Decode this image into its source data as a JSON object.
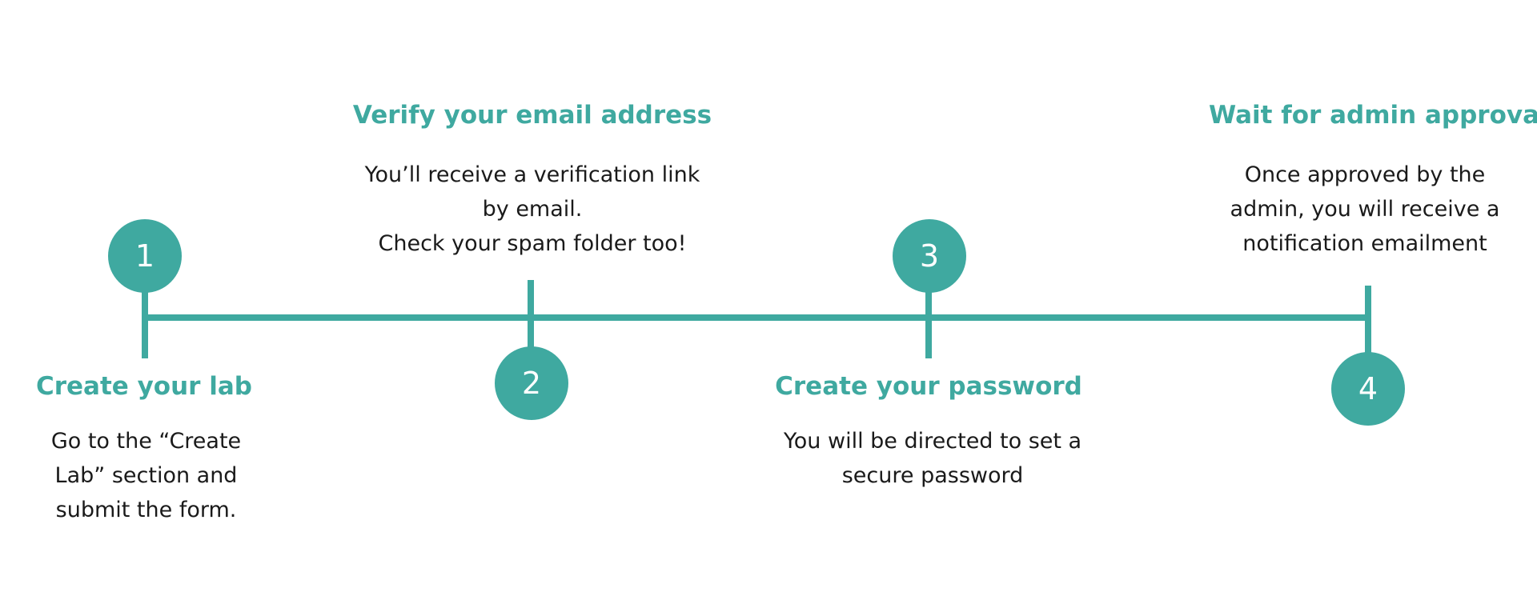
{
  "accent_color": "#3fa9a0",
  "steps": [
    {
      "number": "1",
      "title": "Create your lab",
      "description": "Go to the “Create\nLab” section and\nsubmit the form."
    },
    {
      "number": "2",
      "title": "Verify your email address",
      "description": "You’ll receive a verification link\nby email.\n Check your spam folder too!"
    },
    {
      "number": "3",
      "title": "Create your password",
      "description": "You will be directed to set a\nsecure password"
    },
    {
      "number": "4",
      "title": "Wait for admin approval",
      "description": "Once approved by the\nadmin, you will receive a\nnotification emailment"
    }
  ]
}
